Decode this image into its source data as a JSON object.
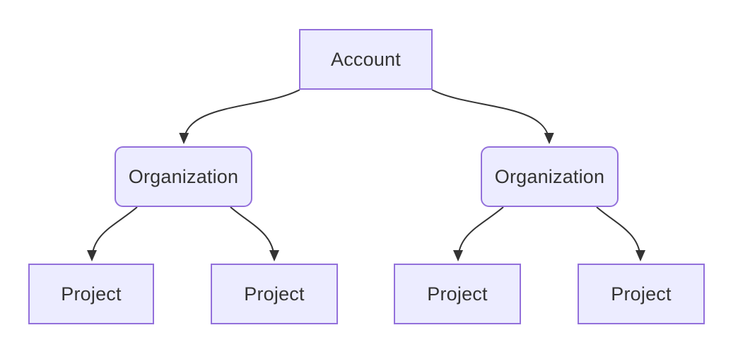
{
  "diagram": {
    "type": "flowchart",
    "direction": "top-down",
    "colors": {
      "background": "#ffffff",
      "node_fill": "#ECECFF",
      "node_border": "#9370DB",
      "edge": "#333333",
      "text": "#333333"
    },
    "nodes": [
      {
        "id": "account",
        "label": "Account",
        "shape": "rect"
      },
      {
        "id": "org1",
        "label": "Organization",
        "shape": "rounded"
      },
      {
        "id": "org2",
        "label": "Organization",
        "shape": "rounded"
      },
      {
        "id": "p1",
        "label": "Project",
        "shape": "rect"
      },
      {
        "id": "p2",
        "label": "Project",
        "shape": "rect"
      },
      {
        "id": "p3",
        "label": "Project",
        "shape": "rect"
      },
      {
        "id": "p4",
        "label": "Project",
        "shape": "rect"
      }
    ],
    "edges": [
      {
        "from": "account",
        "to": "org1",
        "arrow": "filled-triangle"
      },
      {
        "from": "account",
        "to": "org2",
        "arrow": "filled-triangle"
      },
      {
        "from": "org1",
        "to": "p1",
        "arrow": "filled-triangle"
      },
      {
        "from": "org1",
        "to": "p2",
        "arrow": "filled-triangle"
      },
      {
        "from": "org2",
        "to": "p3",
        "arrow": "filled-triangle"
      },
      {
        "from": "org2",
        "to": "p4",
        "arrow": "filled-triangle"
      }
    ]
  }
}
